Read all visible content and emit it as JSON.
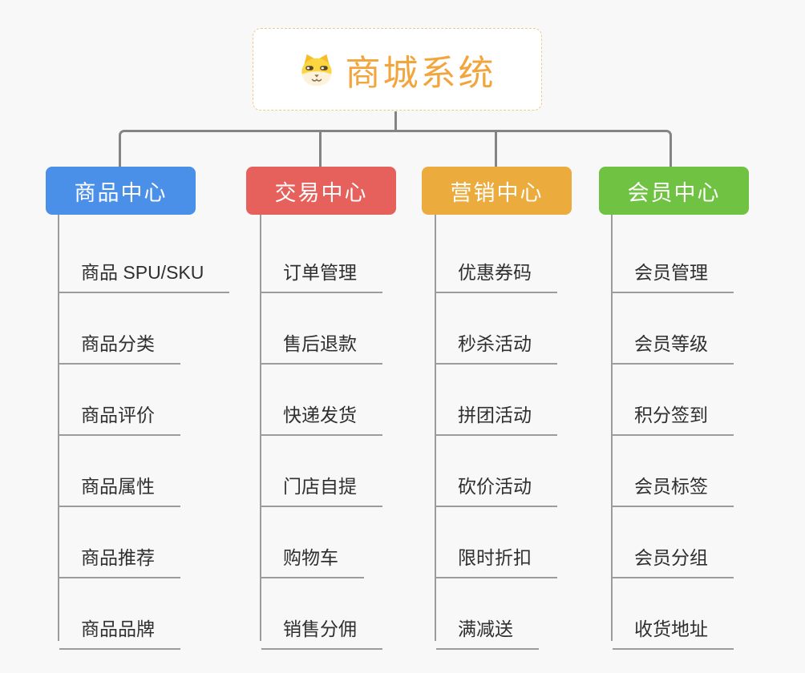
{
  "root": {
    "title": "商城系统",
    "icon": "dog-face-icon",
    "title_color": "#f2a53c",
    "border_color": "#f3c884"
  },
  "connector_color": "#848484",
  "leaf_line_color": "#9c9c9c",
  "background_color": "#f8f8f8",
  "branches": [
    {
      "label": "商品中心",
      "color": "#4a8fe8",
      "children": [
        "商品 SPU/SKU",
        "商品分类",
        "商品评价",
        "商品属性",
        "商品推荐",
        "商品品牌"
      ]
    },
    {
      "label": "交易中心",
      "color": "#e6605c",
      "children": [
        "订单管理",
        "售后退款",
        "快递发货",
        "门店自提",
        "购物车",
        "销售分佣"
      ]
    },
    {
      "label": "营销中心",
      "color": "#ebab3d",
      "children": [
        "优惠券码",
        "秒杀活动",
        "拼团活动",
        "砍价活动",
        "限时折扣",
        "满减送"
      ]
    },
    {
      "label": "会员中心",
      "color": "#6fc242",
      "children": [
        "会员管理",
        "会员等级",
        "积分签到",
        "会员标签",
        "会员分组",
        "收货地址"
      ]
    }
  ]
}
